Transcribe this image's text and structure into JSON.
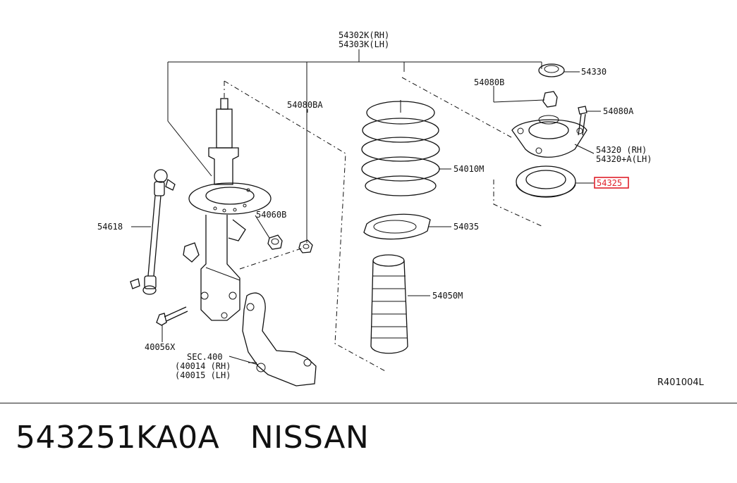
{
  "diagram": {
    "labels": {
      "assembly_rh": "54302K(RH)",
      "assembly_lh": "54303K(LH)",
      "nut_b": "54080B",
      "nut_ba": "54080BA",
      "mount_seal": "54330",
      "bolt_a": "54080A",
      "mount_rh": "54320 (RH)",
      "mount_lh": "54320+A(LH)",
      "bearing": "54325",
      "coil_spring": "54010M",
      "stabilizer_link": "54618",
      "nut_60b": "54060B",
      "spring_seat": "54035",
      "bound_bumper": "54050M",
      "bolt_x": "40056X",
      "sec_title": "SEC.400",
      "sec_rh": "(40014 (RH)",
      "sec_lh": "(40015 (LH)",
      "ref_code": "R401004L"
    },
    "highlight_color": "#e0202a"
  },
  "footer": {
    "part_number": "543251KA0A",
    "brand": "NISSAN"
  }
}
